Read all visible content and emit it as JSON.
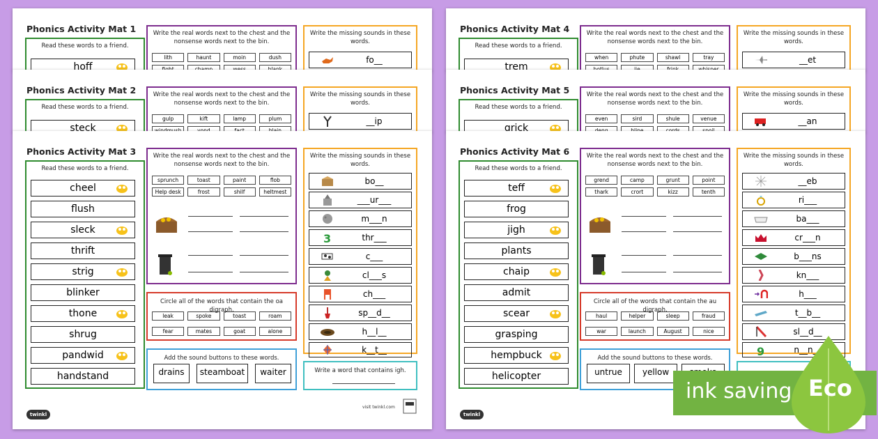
{
  "mats": {
    "m1": {
      "title": "Phonics Activity Mat 1",
      "read_header": "Read these words to a friend.",
      "real_header": "Write the real words next to the chest and the nonsense words next to the bin.",
      "missing_header": "Write the missing sounds in these words.",
      "read_first": "hoff",
      "words": [
        "lith",
        "haunt",
        "moin",
        "dush",
        "fight",
        "champ",
        "wess",
        "blank"
      ],
      "missing_first": "fo__"
    },
    "m2": {
      "title": "Phonics Activity Mat 2",
      "read_header": "Read these words to a friend.",
      "real_header": "Write the real words next to the chest and the nonsense words next to the bin.",
      "missing_header": "Write the missing sounds in these words.",
      "read_first": "steck",
      "words": [
        "gulp",
        "kift",
        "lamp",
        "plum",
        "windmush",
        "yond",
        "fact",
        "blain"
      ],
      "missing_first": "__ip"
    },
    "m3": {
      "title": "Phonics Activity Mat 3",
      "read_header": "Read these words to a friend.",
      "real_header": "Write the real words next to the chest and the nonsense words next to the bin.",
      "missing_header": "Write the missing sounds in these words.",
      "read_words": [
        "cheel",
        "flush",
        "sleck",
        "thrift",
        "strig",
        "blinker",
        "thone",
        "shrug",
        "pandwid",
        "handstand"
      ],
      "words": [
        "sprunch",
        "toast",
        "paint",
        "flob",
        "Help desk",
        "frost",
        "shilf",
        "heltmest"
      ],
      "missing": [
        "bo__",
        "___ur___",
        "m___n",
        "thr___",
        "c___",
        "cl___s",
        "ch___",
        "sp__d__",
        "h__l__",
        "k__t__"
      ],
      "circle_header": "Circle all of the words that contain the oa digraph.",
      "circle_words": [
        "leak",
        "spoke",
        "toast",
        "roam",
        "fear",
        "mates",
        "goat",
        "alone"
      ],
      "buttons_header": "Add the sound buttons to these words.",
      "buttons": [
        "drains",
        "steamboat",
        "waiter"
      ],
      "igh_text": "Write a word that contains igh.",
      "visit": "visit twinkl.com"
    },
    "m4": {
      "title": "Phonics Activity Mat 4",
      "read_header": "Read these words to a friend.",
      "real_header": "Write the real words next to the chest and the nonsense words next to the bin.",
      "missing_header": "Write the missing sounds in these words.",
      "read_first": "trem",
      "words": [
        "when",
        "phute",
        "shawl",
        "tray",
        "hotlus",
        "jie",
        "frink",
        "whisper"
      ],
      "missing_first": "__et"
    },
    "m5": {
      "title": "Phonics Activity Mat 5",
      "read_header": "Read these words to a friend.",
      "real_header": "Write the real words next to the chest and the nonsense words next to the bin.",
      "missing_header": "Write the missing sounds in these words.",
      "read_first": "grick",
      "words": [
        "even",
        "sird",
        "shule",
        "venue",
        "deng",
        "bline",
        "cords",
        "spoil"
      ],
      "missing_first": "__an"
    },
    "m6": {
      "title": "Phonics Activity Mat 6",
      "read_header": "Read these words to a friend.",
      "real_header": "Write the real words next to the chest and the nonsense words next to the bin.",
      "missing_header": "Write the missing sounds in these words.",
      "read_words": [
        "teff",
        "frog",
        "jigh",
        "plants",
        "chaip",
        "admit",
        "scear",
        "grasping",
        "hempbuck",
        "helicopter"
      ],
      "words": [
        "grend",
        "camp",
        "grunt",
        "point",
        "thark",
        "crort",
        "kizz",
        "tenth"
      ],
      "missing": [
        "__eb",
        "ri___",
        "ba___",
        "cr___n",
        "b___ns",
        "kn___",
        "h___",
        "t__b__",
        "sl__d__",
        "n__n__"
      ],
      "circle_header": "Circle all of the words that contain the au digraph.",
      "circle_words": [
        "haul",
        "helper",
        "sleep",
        "fraud",
        "war",
        "launch",
        "August",
        "nice"
      ],
      "buttons_header": "Add the sound buttons to these words.",
      "buttons": [
        "untrue",
        "yellow",
        "smoke"
      ]
    }
  },
  "logo": "twinkl",
  "eco_text": "ink saving",
  "eco_word": "Eco"
}
